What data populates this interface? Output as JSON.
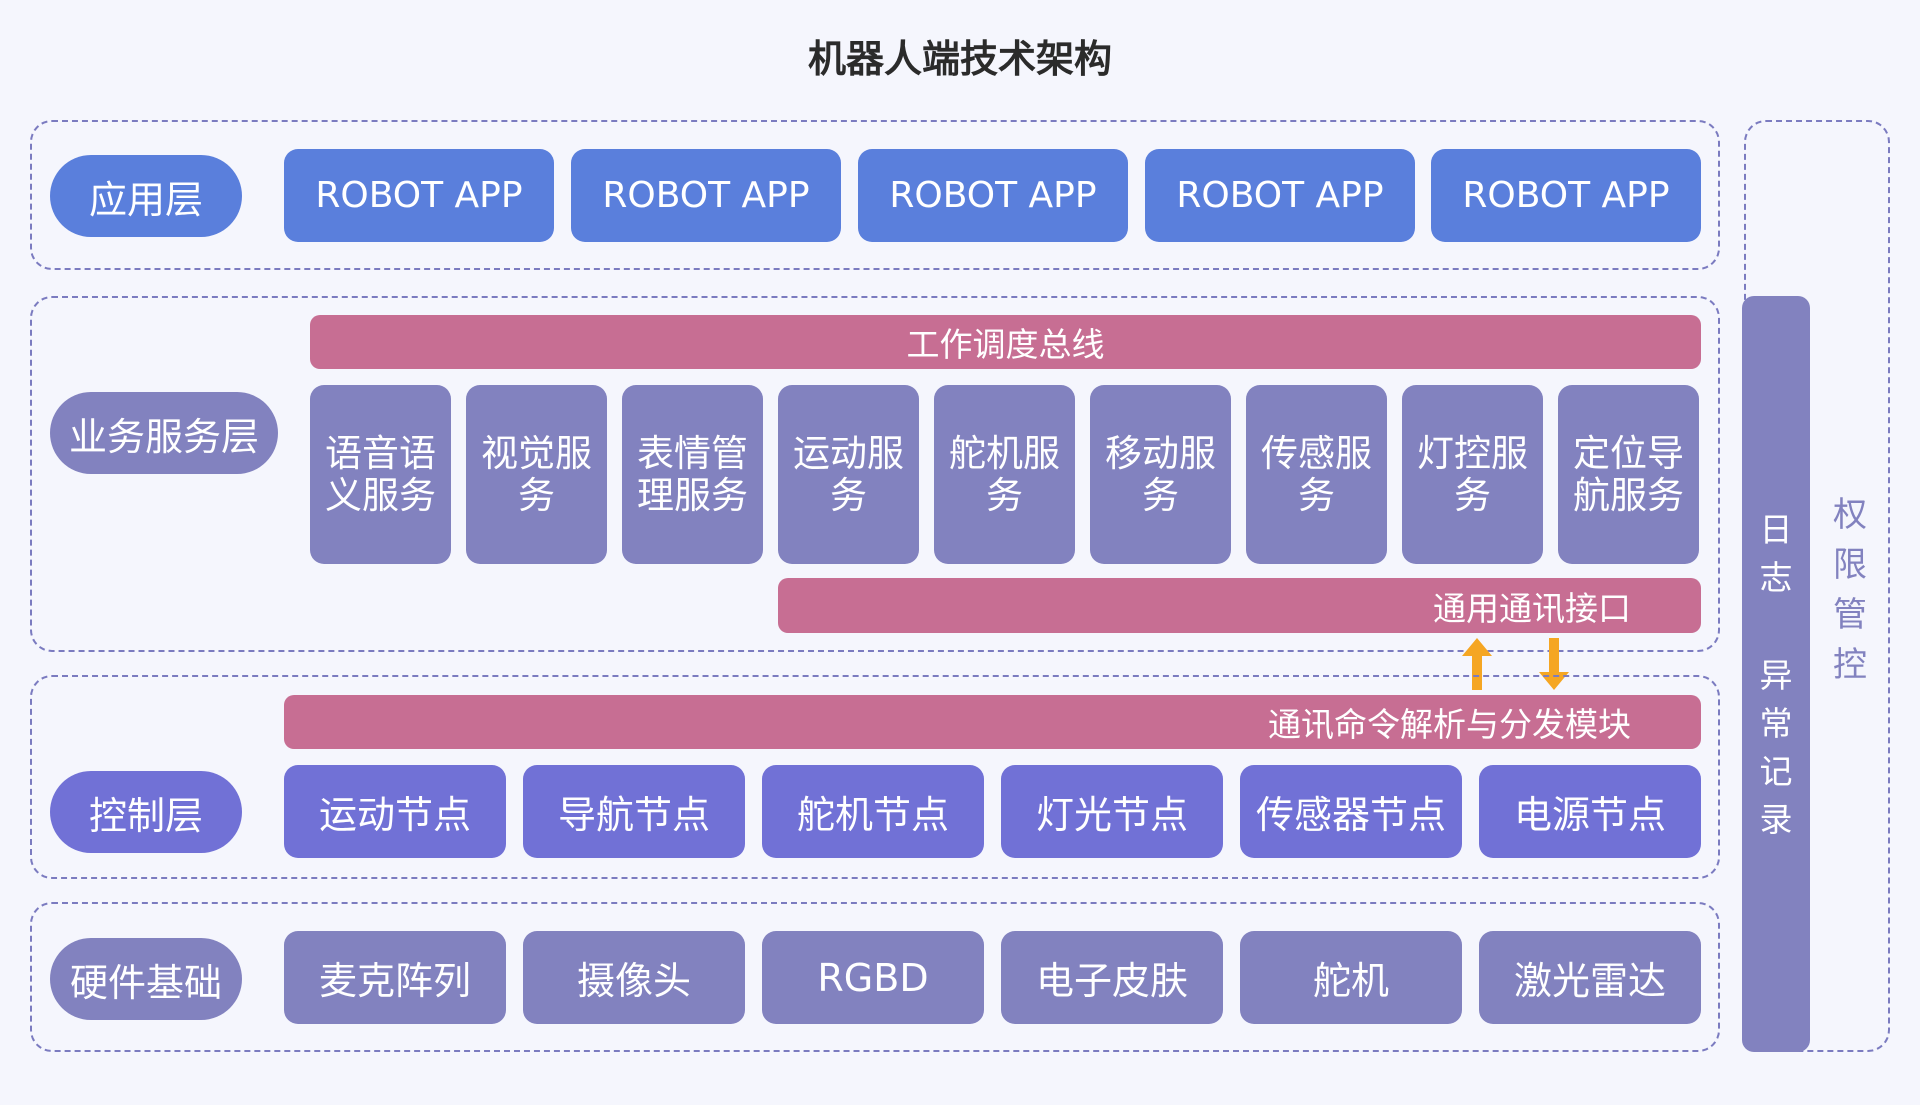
{
  "title": "机器人端技术架构",
  "layers": {
    "app": {
      "label": "应用层",
      "items": [
        "ROBOT APP",
        "ROBOT APP",
        "ROBOT APP",
        "ROBOT APP",
        "ROBOT APP"
      ]
    },
    "service": {
      "label": "业务服务层",
      "bus": "工作调度总线",
      "items": [
        "语音语义服务",
        "视觉服务",
        "表情管理服务",
        "运动服务",
        "舵机服务",
        "移动服务",
        "传感服务",
        "灯控服务",
        "定位导航服务"
      ],
      "interface": "通用通讯接口"
    },
    "control": {
      "label": "控制层",
      "parser": "通讯命令解析与分发模块",
      "items": [
        "运动节点",
        "导航节点",
        "舵机节点",
        "灯光节点",
        "传感器节点",
        "电源节点"
      ]
    },
    "hardware": {
      "label": "硬件基础",
      "items": [
        "麦克阵列",
        "摄像头",
        "RGBD",
        "电子皮肤",
        "舵机",
        "激光雷达"
      ]
    }
  },
  "side": {
    "log": "日志",
    "exception": "异常记录",
    "permission": "权限管控"
  },
  "colors": {
    "app_blue": "#5a7fdc",
    "service_gray": "#8282bf",
    "node_purple": "#7171d6",
    "bus_pink": "#c76e93",
    "arrow_orange": "#f5a623",
    "dash_border": "#7b7bc0"
  },
  "icons": {
    "up": "arrow-up-icon",
    "down": "arrow-down-icon"
  }
}
